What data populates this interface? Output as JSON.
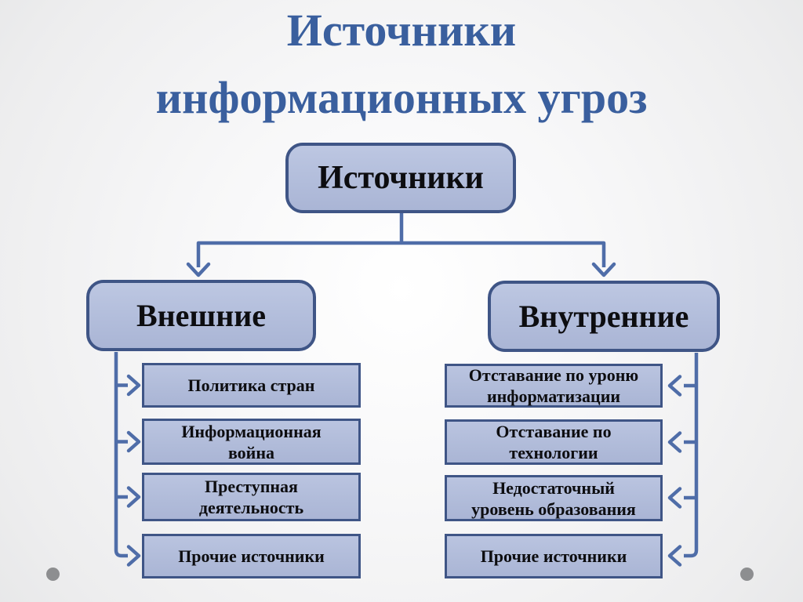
{
  "title": {
    "line1": "Источники",
    "line2": "информационных угроз"
  },
  "diagram": {
    "root": {
      "label": "Источники"
    },
    "branches": [
      {
        "label": "Внешние",
        "items": [
          "Политика стран",
          "Информационная\nвойна",
          "Преступная\nдеятельность",
          "Прочие источники"
        ]
      },
      {
        "label": "Внутренние",
        "items": [
          "Отставание по уроню\nинформатизации",
          "Отставание по\nтехнологии",
          "Недостаточный\nуровень образования",
          "Прочие источники"
        ]
      }
    ]
  },
  "colors": {
    "title_text": "#3a5f9e",
    "box_fill": "#b2bddb",
    "box_border": "#3f5586",
    "connector": "#4f6da8",
    "box_text": "#0d0d10",
    "background_center": "#ffffff",
    "background_edge": "#d9dadb",
    "decor_dot": "#8d8e90"
  }
}
